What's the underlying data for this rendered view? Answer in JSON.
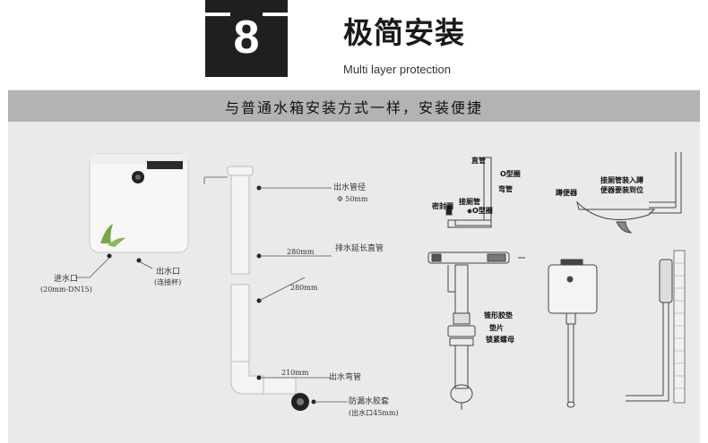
{
  "header": {
    "number": "8",
    "title": "极简安装",
    "subtitle": "Multi layer protection"
  },
  "banner": {
    "text": "与普通水箱安装方式一样，安装便捷"
  },
  "left_diagram": {
    "inlet_label": "进水口",
    "inlet_spec": "(20mm-DN15)",
    "outlet_label": "出水口",
    "outlet_spec": "(连接杯)",
    "pipe_diameter_label": "出水管径",
    "pipe_diameter_value": "Φ 50mm",
    "extension_label": "排水延长直管",
    "extension_len_1": "280mm",
    "extension_len_2": "280mm",
    "elbow_len": "210mm",
    "elbow_label": "出水弯管",
    "seal_label": "防漏水胶套",
    "seal_spec": "(出水口45mm)"
  },
  "middle_diagram": {
    "straight_pipe": "直管",
    "o_ring_1": "O型圈",
    "elbow": "弯管",
    "gasket": "密封圈",
    "flush_pipe": "接厕管",
    "o_ring_2": "O型圈",
    "cone_gasket": "锥形胶垫",
    "washer": "垫片",
    "lock_nut": "锁紧螺母"
  },
  "right_diagram": {
    "squat_toilet": "蹲便器",
    "install_note_1": "接厕管装入蹲",
    "install_note_2": "便器要装到位"
  }
}
